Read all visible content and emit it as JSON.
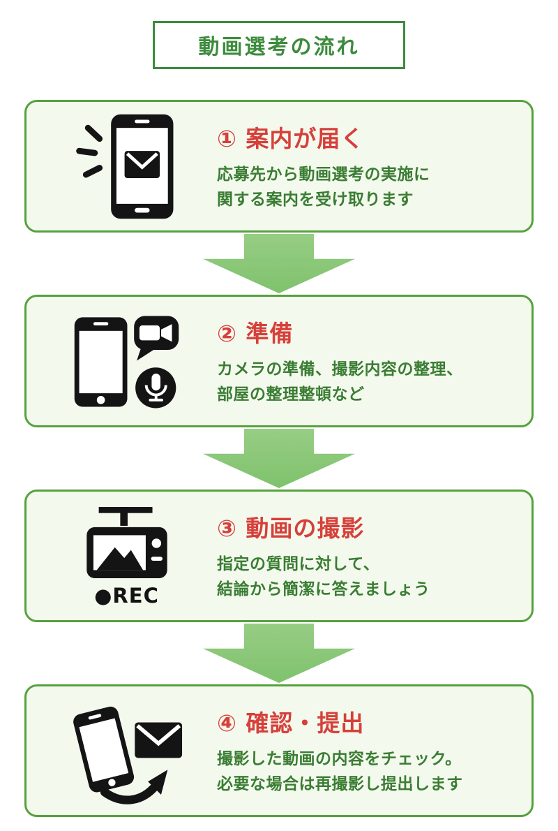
{
  "colors": {
    "page_bg": "#ffffff",
    "title_green": "#3d8b3d",
    "box_border_green": "#55a23d",
    "box_bg": "#f4f9ee",
    "heading_red": "#d6403a",
    "body_green": "#3a7d33",
    "arrow_green": "#97cd85",
    "arrow_green_dark": "#7fc26c",
    "icon_black": "#141414"
  },
  "title": "動画選考の流れ",
  "steps": [
    {
      "icon": "smartphone-notification-mail-icon",
      "heading": "① 案内が届く",
      "body": "応募先から動画選考の実施に\n関する案内を受け取ります"
    },
    {
      "icon": "smartphone-video-chat-mic-icon",
      "heading": "② 準備",
      "body": "カメラの準備、撮影内容の整理、\n部屋の整理整頓など"
    },
    {
      "icon": "video-camera-rec-icon",
      "heading": "③ 動画の撮影",
      "body": "指定の質問に対して、\n結論から簡潔に答えましょう",
      "rec_label": "●REC"
    },
    {
      "icon": "smartphone-send-mail-icon",
      "heading": "④ 確認・提出",
      "body": "撮影した動画の内容をチェック。\n必要な場合は再撮影し提出します"
    }
  ]
}
